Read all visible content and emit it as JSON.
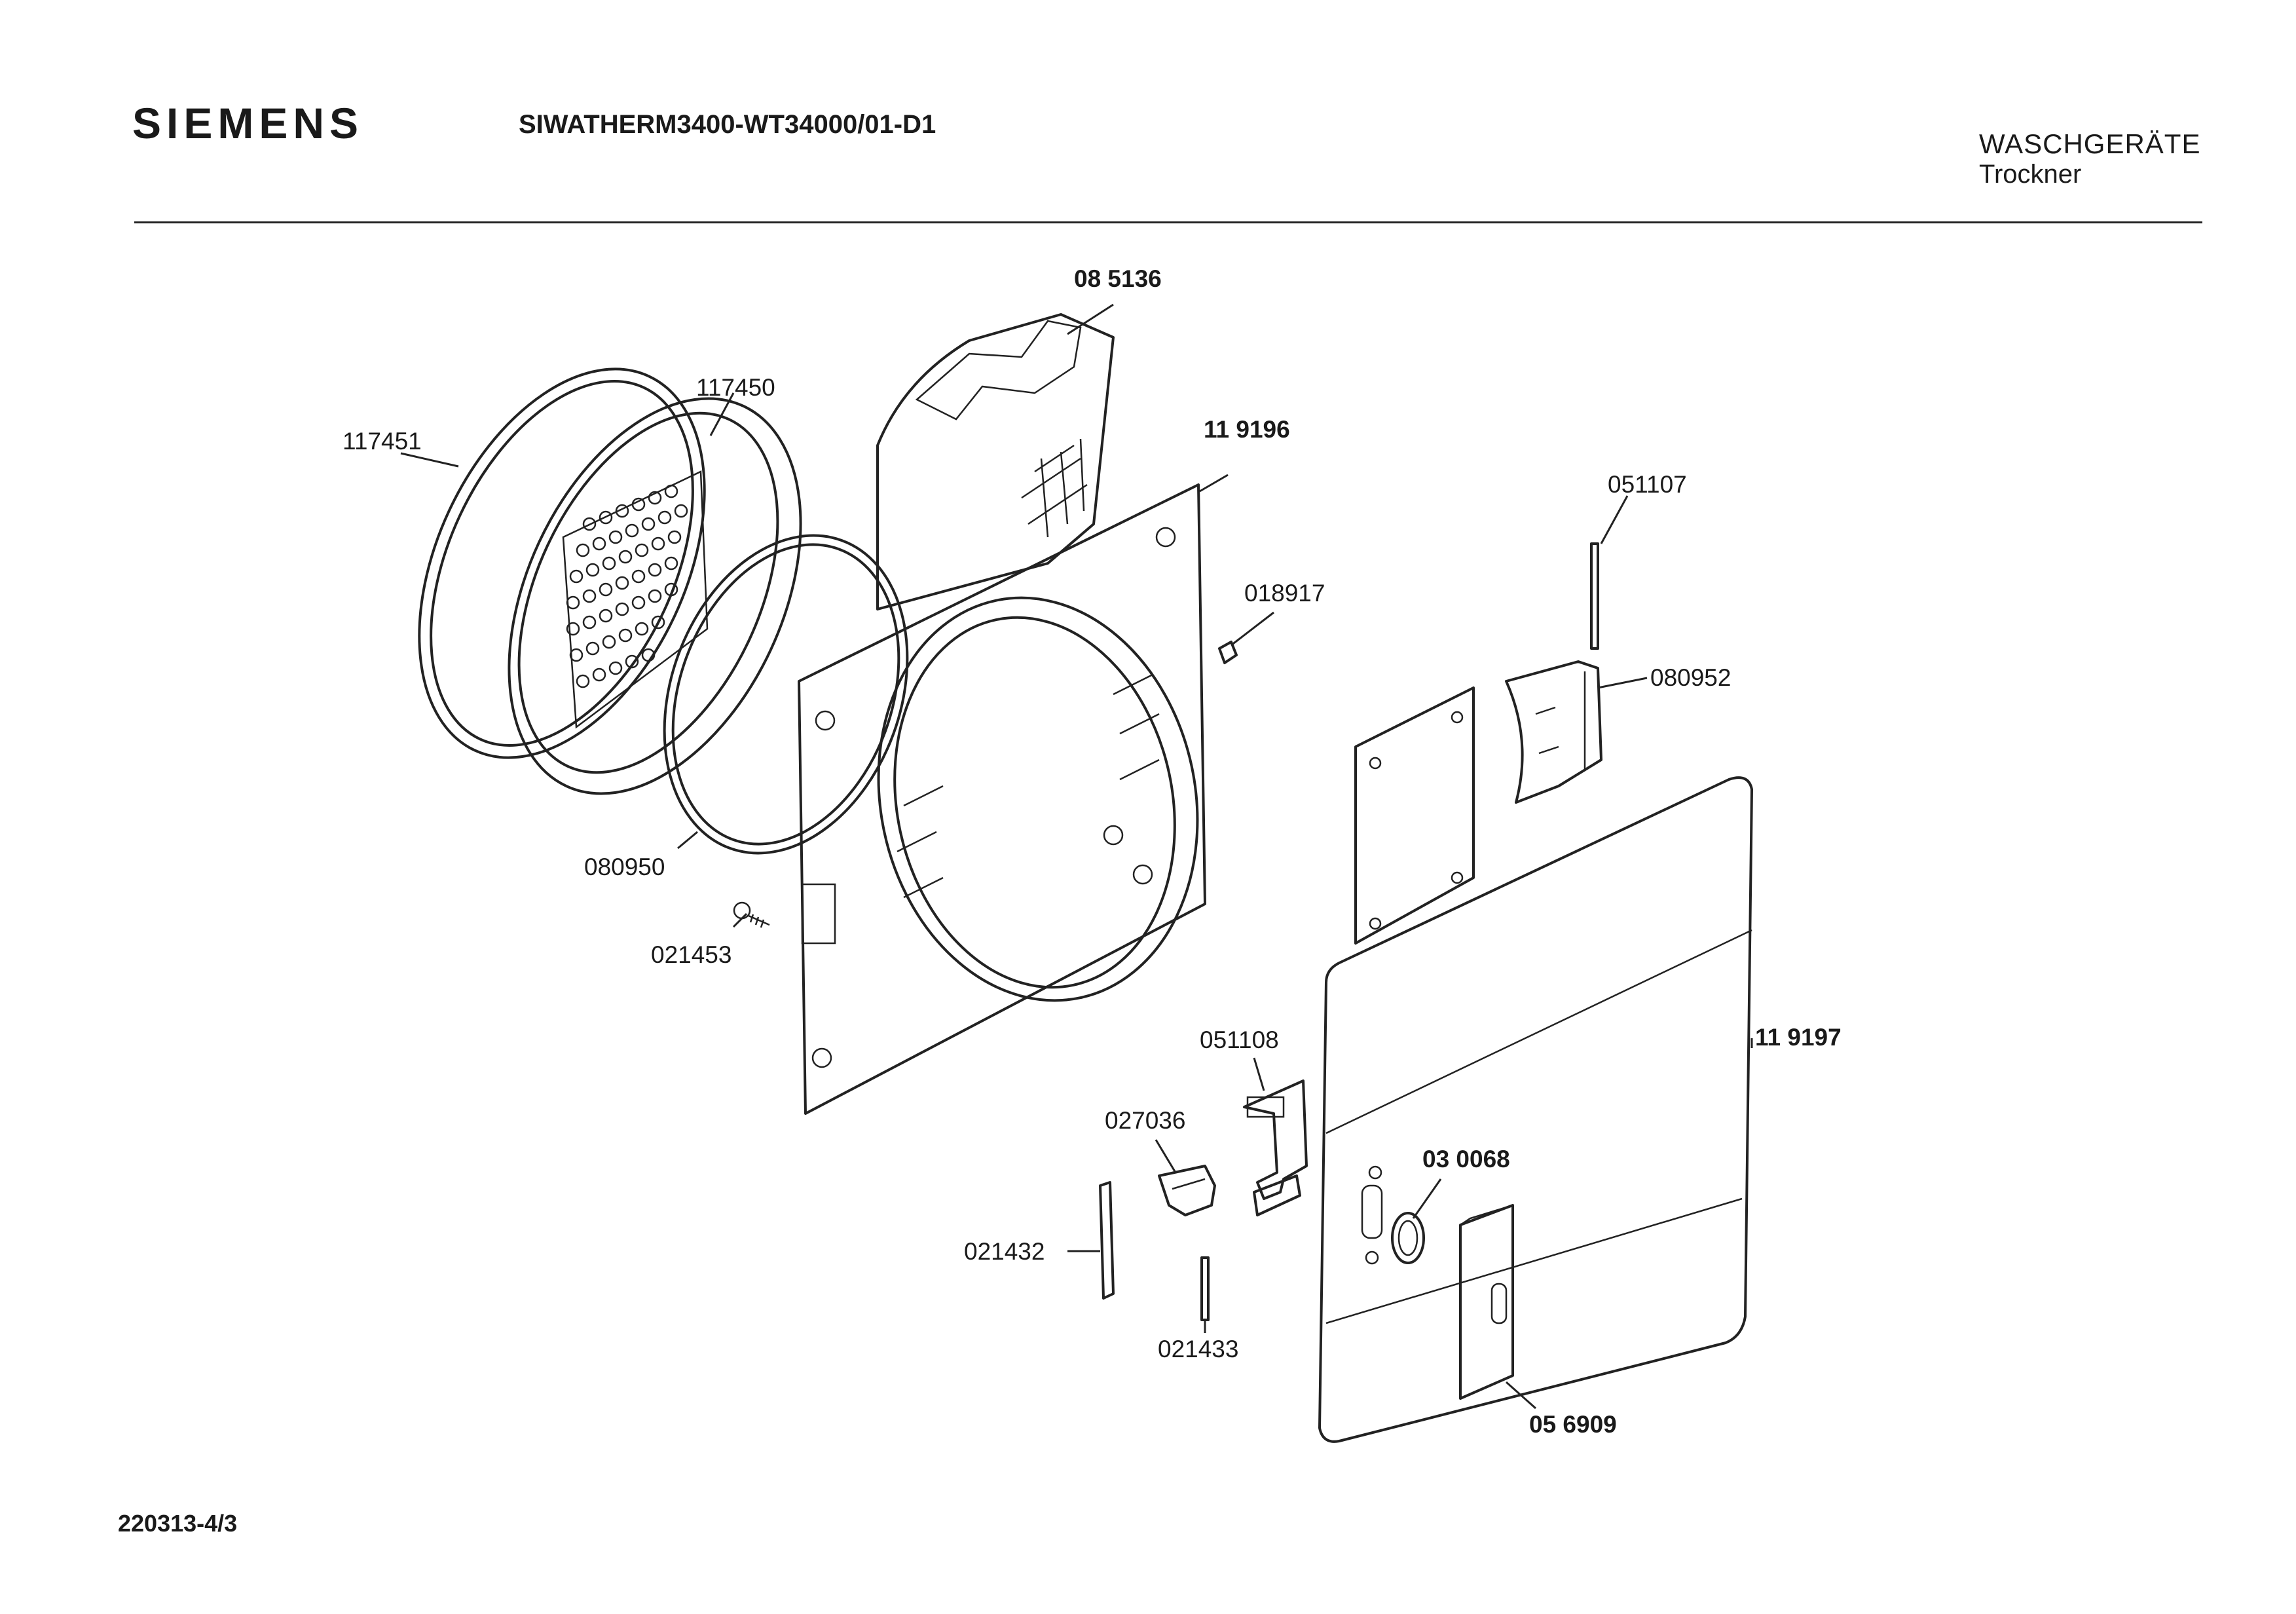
{
  "header": {
    "brand": "SIEMENS",
    "model": "SIWATHERM3400-WT34000/01-D1",
    "category": "WASCHGERÄTE",
    "subcategory": "Trockner"
  },
  "footer": {
    "drawing_number": "220313-4/3"
  },
  "parts": {
    "p085136": "08 5136",
    "p117450": "117450",
    "p117451": "117451",
    "p119196": "11 9196",
    "p051107": "051107",
    "p018917": "018917",
    "p080952": "080952",
    "p080950": "080950",
    "p021453": "021453",
    "p119197": "11 9197",
    "p051108": "051108",
    "p027036": "027036",
    "p030068": "03 0068",
    "p021432": "021432",
    "p021433": "021433",
    "p056909": "05 6909"
  }
}
